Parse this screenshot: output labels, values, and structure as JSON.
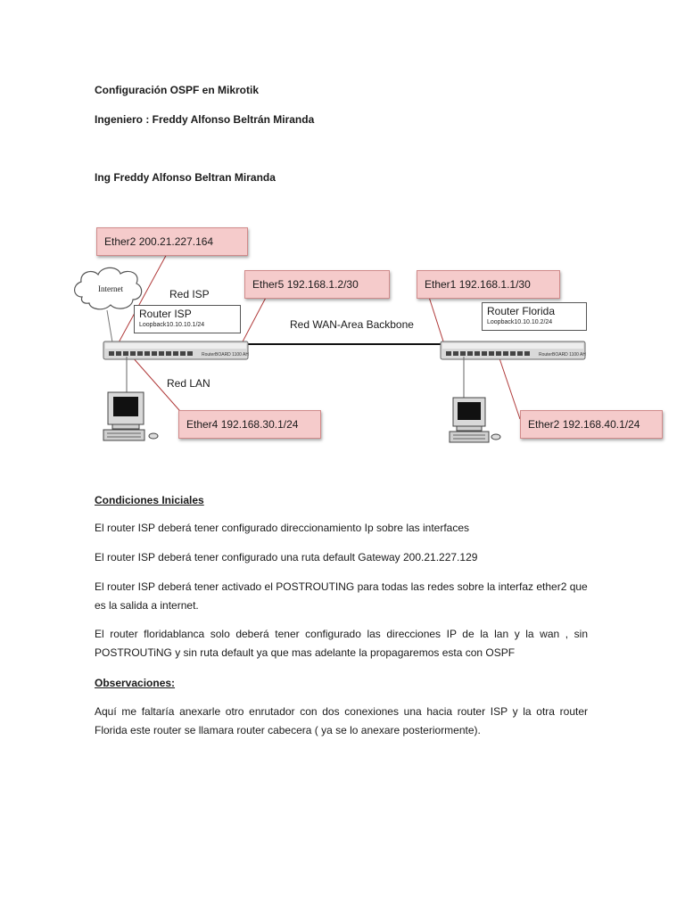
{
  "header": {
    "title": "Configuración OSPF en Mikrotik",
    "engineer_line": "Ingeniero : Freddy Alfonso Beltrán Miranda",
    "author_line": "Ing Freddy Alfonso Beltran Miranda"
  },
  "diagram": {
    "cloud_label": "Internet",
    "red_isp": "Red ISP",
    "red_lan": "Red LAN",
    "wan_label": "Red WAN-Area Backbone",
    "router_isp": {
      "title": "Router ISP",
      "loopback": "Loopback10.10.10.1/24"
    },
    "router_florida": {
      "title": "Router Florida",
      "loopback": "Loopback10.10.10.2/24"
    },
    "callouts": {
      "ether2_isp": "Ether2  200.21.227.164",
      "ether5": "Ether5 192.168.1.2/30",
      "ether1": "Ether1 192.168.1.1/30",
      "ether4": "Ether4 192.168.30.1/24",
      "ether2_florida": "Ether2 192.168.40.1/24"
    },
    "device_brand": "RouterBOARD 1100 AH"
  },
  "body": {
    "conditions_heading": "Condiciones Iniciales",
    "p1": "El router  ISP deberá tener configurado direccionamiento Ip sobre las interfaces",
    "p2": "El router ISP  deberá tener configurado una ruta default   Gateway 200.21.227.129",
    "p3": " El router ISP deberá  tener activado el POSTROUTING para todas las redes sobre la interfaz  ether2 que es la salida a internet.",
    "p4": "El router floridablanca solo deberá tener configurado las direcciones IP de la lan y la wan , sin POSTROUTiNG y sin ruta default ya que mas adelante la propagaremos esta con OSPF",
    "observations_heading": "Observaciones:",
    "p5": "Aquí me faltaría anexarle otro enrutador con dos conexiones una hacia router ISP y la otra router Florida este router se llamara router cabecera ( ya se lo anexare posteriormente)."
  },
  "colors": {
    "callout_fill": "#f5cbcb",
    "callout_border": "#d08a8a",
    "connector": "#b03a3a"
  }
}
